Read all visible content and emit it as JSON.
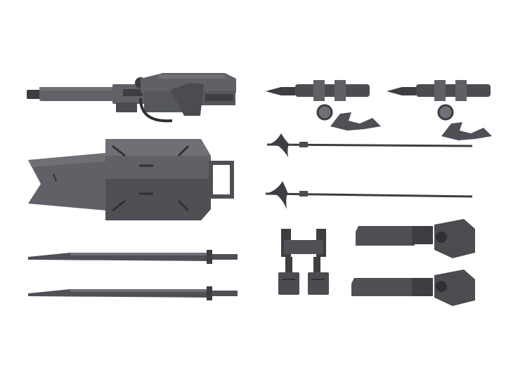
{
  "scene": {
    "background": "#ffffff",
    "palette": {
      "part_base": "#5f6166",
      "part_dark": "#3c3e42",
      "part_mid": "#6e7075",
      "part_light": "#8a8c91",
      "part_shadow": "#2e3034"
    },
    "parts": [
      {
        "name": "long-rifle",
        "kind": "rifle"
      },
      {
        "name": "shield",
        "kind": "shield"
      },
      {
        "name": "blade-upper",
        "kind": "blade"
      },
      {
        "name": "blade-lower",
        "kind": "blade"
      },
      {
        "name": "harpoon-launcher-left",
        "kind": "launcher"
      },
      {
        "name": "harpoon-launcher-right",
        "kind": "launcher"
      },
      {
        "name": "anchor-harpoon-upper",
        "kind": "harpoon"
      },
      {
        "name": "anchor-harpoon-lower",
        "kind": "harpoon"
      },
      {
        "name": "mount-bracket",
        "kind": "bracket"
      },
      {
        "name": "leg-booster-upper",
        "kind": "booster"
      },
      {
        "name": "leg-booster-lower",
        "kind": "booster"
      }
    ]
  }
}
